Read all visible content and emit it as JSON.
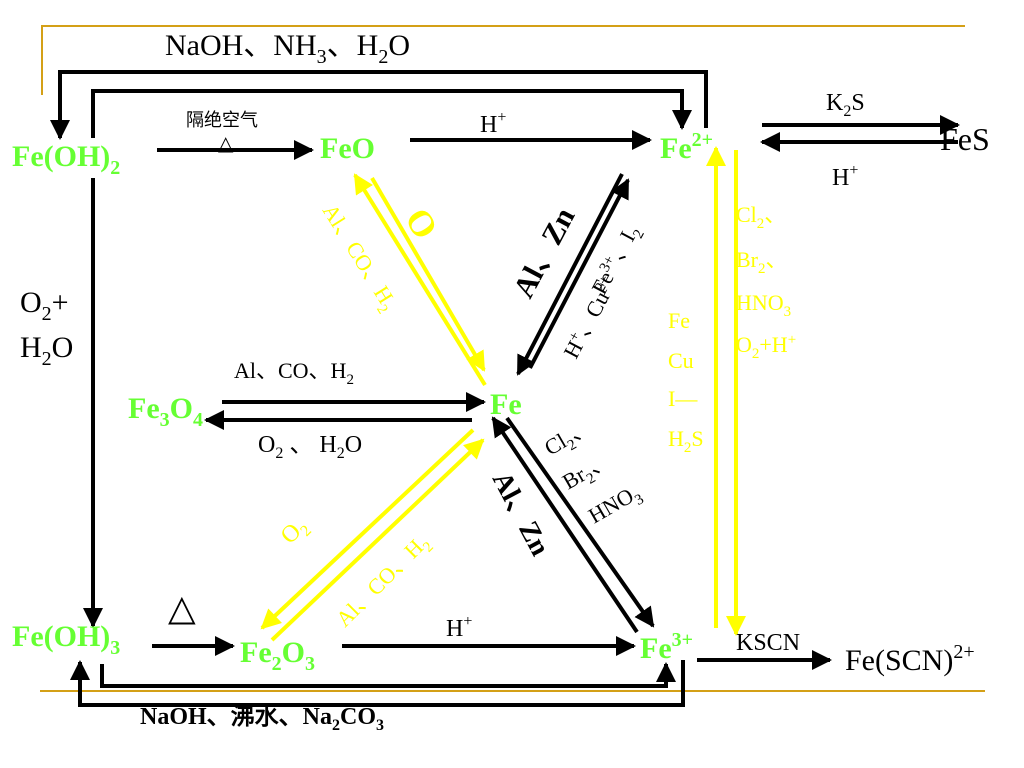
{
  "colors": {
    "species": "#66ff33",
    "yellow": "#ffff00",
    "black": "#000000",
    "frame": "#d4a017"
  },
  "species": {
    "fe_oh_2": [
      "Fe(OH)",
      "2",
      ""
    ],
    "feo": "FeO",
    "fe2": [
      "Fe",
      "2+"
    ],
    "fe3o4": [
      "Fe",
      "3",
      "O",
      "4"
    ],
    "fe": "Fe",
    "fe_oh_3": [
      "Fe(OH)",
      "3"
    ],
    "fe2o3": [
      "Fe",
      "2",
      "O",
      "3"
    ],
    "fe3": [
      "Fe",
      "3+"
    ],
    "fes": "FeS",
    "fescn": [
      "Fe(SCN)",
      "2+"
    ]
  },
  "labels": {
    "top_reagents": [
      "NaOH、NH",
      "3",
      "、H",
      "2",
      "O"
    ],
    "bottom_reagents": [
      "NaOH、沸水、Na",
      "2",
      "CO",
      "3"
    ],
    "isolate_air": "隔绝空气",
    "heat": "△",
    "heat_big": "△",
    "h_plus": [
      "H",
      "+"
    ],
    "k2s": [
      "K",
      "2",
      "S"
    ],
    "fes_h": [
      "H",
      "+"
    ],
    "o2_h2o": [
      [
        "O",
        "2",
        "+"
      ],
      [
        "H",
        "2",
        "O"
      ]
    ],
    "al_co_h2_left": [
      "Al、CO、H",
      "2"
    ],
    "o2_h2o_left": [
      "O",
      "2",
      " 、 H",
      "2",
      "O"
    ],
    "kscn": "KSCN",
    "al_zn_upper": "Al、Zn",
    "fe3_i2": [
      "Fe",
      "3+",
      "、I",
      "2"
    ],
    "h_cu": [
      "H",
      "+",
      "、Cu",
      "2+"
    ],
    "o2_diag": "O",
    "al_co_h2_upper": [
      "Al、CO、H",
      "2"
    ],
    "cl2_upper": [
      "Cl",
      "2",
      "、"
    ],
    "br2_upper": [
      "Br",
      "2",
      "、"
    ],
    "hno3_upper": [
      "HNO",
      "3"
    ],
    "o2_hplus": [
      "O",
      "2",
      "+H",
      "+"
    ],
    "fe_cu_i_h2s": [
      "Fe",
      "Cu",
      "I—",
      "H",
      "2",
      "S"
    ],
    "cl2_lower": [
      "Cl",
      "2",
      "、"
    ],
    "br2_lower": [
      "Br",
      "2",
      "、"
    ],
    "hno3_lower": [
      "HNO",
      "3"
    ],
    "al_zn_lower": "Al、Zn",
    "o2_lower": [
      "O",
      "2"
    ],
    "al_co_h2_lower": [
      "Al、CO、H",
      "2"
    ]
  }
}
